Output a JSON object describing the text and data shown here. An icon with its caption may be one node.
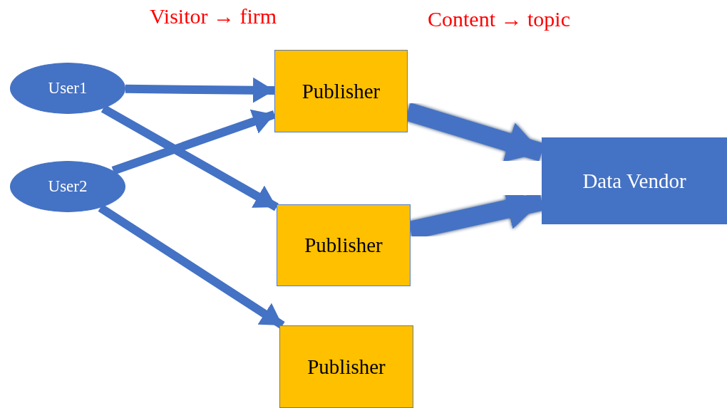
{
  "diagram": {
    "nodes": [
      {
        "text": [
          "User1"
        ]
      },
      {
        "text": [
          "User2"
        ]
      },
      {
        "text": [
          "Publisher"
        ]
      },
      {
        "text": [
          "Publisher"
        ]
      },
      {
        "text": [
          "Publisher"
        ]
      },
      {
        "text": [
          "Data Vendor"
        ]
      }
    ],
    "edges": [
      {
        "from": 0,
        "to": 2,
        "arrow": "to"
      },
      {
        "from": 0,
        "to": 3,
        "arrow": "to"
      },
      {
        "from": 1,
        "to": 2,
        "arrow": "to"
      },
      {
        "from": 1,
        "to": 4,
        "arrow": "to"
      },
      {
        "from": 2,
        "to": 5,
        "arrow": "to",
        "style": "thick"
      },
      {
        "from": 3,
        "to": 5,
        "arrow": "to",
        "style": "thick"
      }
    ],
    "labels": [
      "Visitor → firm",
      "Content → topic"
    ]
  }
}
